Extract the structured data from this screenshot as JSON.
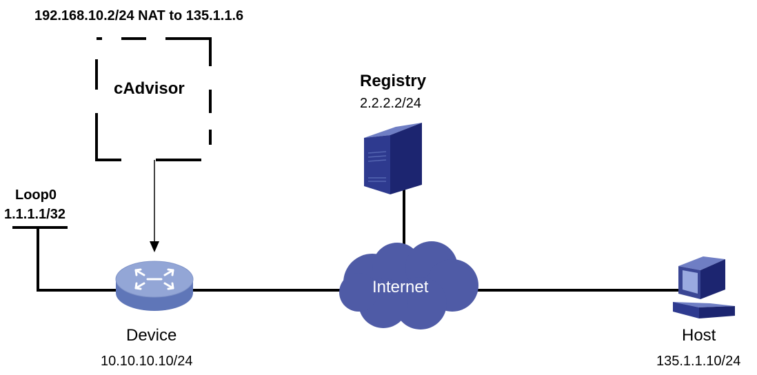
{
  "nat_label": "192.168.10.2/24 NAT to 135.1.1.6",
  "cadvisor_label": "cAdvisor",
  "registry": {
    "name": "Registry",
    "ip": "2.2.2.2/24"
  },
  "loopback": {
    "name": "Loop0",
    "ip": "1.1.1.1/32"
  },
  "device": {
    "name": "Device",
    "ip": "10.10.10.10/24"
  },
  "internet_label": "Internet",
  "host": {
    "name": "Host",
    "ip": "135.1.1.10/24"
  },
  "colors": {
    "cloud": "#4f5ba6",
    "server_front": "#2e3a8f",
    "server_side": "#1c2570",
    "router_top": "#93a6d6",
    "router_side": "#5f76b8",
    "pc_body": "#3a4694",
    "line": "#000000"
  }
}
